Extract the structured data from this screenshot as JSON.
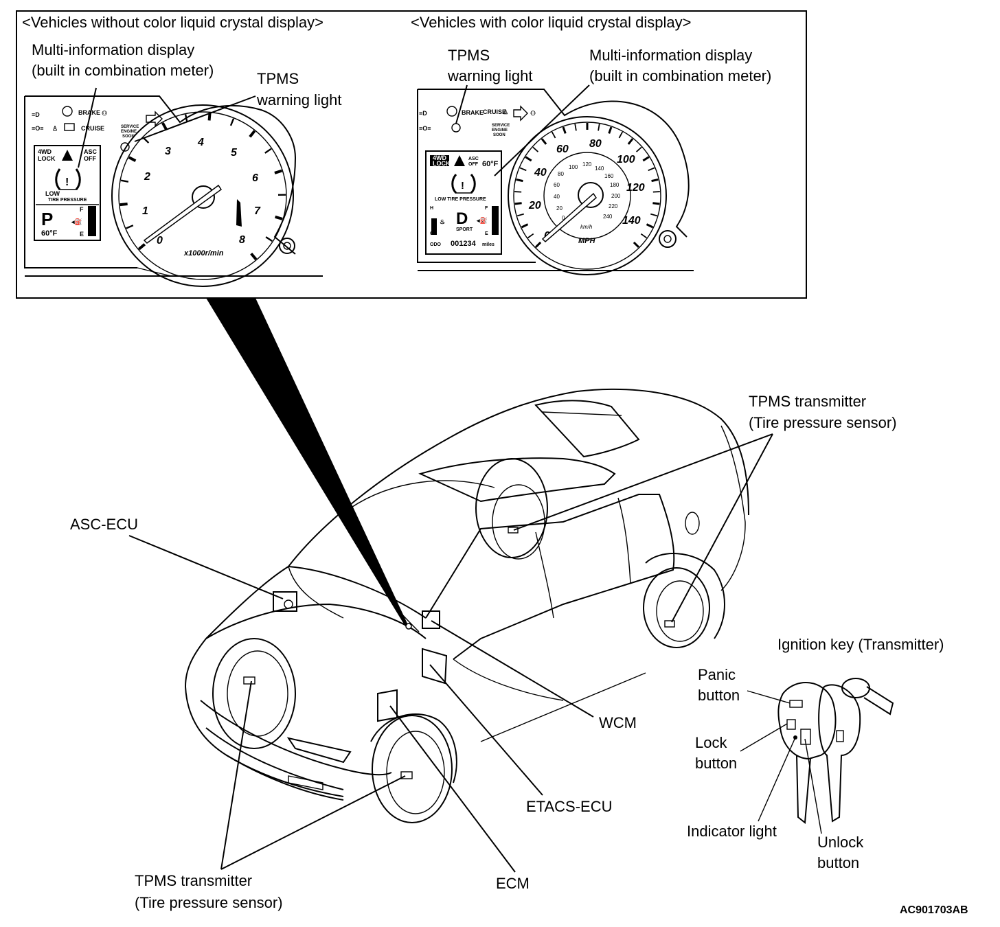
{
  "inset": {
    "left_heading": "<Vehicles without color liquid crystal display>",
    "right_heading": "<Vehicles with color liquid crystal display>",
    "left_mid_label_line1": "Multi-information display",
    "left_mid_label_line2": "(built in combination meter)",
    "left_tpms_line1": "TPMS",
    "left_tpms_line2": "warning light",
    "right_tpms_line1": "TPMS",
    "right_tpms_line2": "warning light",
    "right_mid_label_line1": "Multi-information display",
    "right_mid_label_line2": "(built in combination meter)"
  },
  "left_cluster": {
    "lcd_4wd": "4WD",
    "lcd_lock": "LOCK",
    "lcd_asc": "ASC",
    "lcd_off": "OFF",
    "lcd_low": "LOW",
    "lcd_tire_pressure": "TIRE PRESSURE",
    "lcd_gear": "P",
    "lcd_temp": "60°F",
    "lcd_f": "F",
    "lcd_e": "E",
    "tach_numbers": [
      "0",
      "1",
      "2",
      "3",
      "4",
      "5",
      "6",
      "7",
      "8"
    ],
    "tach_unit": "x1000r/min",
    "indicator_brake": "BRAKE",
    "indicator_cruise": "CRUISE",
    "service_line1": "SERVICE",
    "service_line2": "ENGINE",
    "service_line3": "SOON"
  },
  "right_cluster": {
    "lcd_4wd": "4WD",
    "lcd_lock": "LOCK",
    "lcd_asc": "ASC",
    "lcd_off": "OFF",
    "lcd_temp": "60°F",
    "lcd_low_tire_pressure": "LOW TIRE PRESSURE",
    "lcd_h": "H",
    "lcd_c": "C",
    "lcd_gear": "D",
    "lcd_sport": "SPORT",
    "lcd_f": "F",
    "lcd_e": "E",
    "lcd_odo": "ODO",
    "lcd_odo_value": "001234",
    "lcd_odo_unit": "miles",
    "mph_numbers": [
      "0",
      "20",
      "40",
      "60",
      "80",
      "100",
      "120",
      "140"
    ],
    "kmh_numbers": [
      "0",
      "20",
      "40",
      "60",
      "80",
      "100",
      "120",
      "140",
      "160",
      "180",
      "200",
      "220",
      "240"
    ],
    "unit_kmh": "km/h",
    "unit_mph": "MPH",
    "indicator_brake": "BRAKE",
    "indicator_cruise": "CRUISE",
    "service_line1": "SERVICE",
    "service_line2": "ENGINE",
    "service_line3": "SOON"
  },
  "labels": {
    "tpms_rear_line1": "TPMS transmitter",
    "tpms_rear_line2": "(Tire pressure sensor)",
    "asc_ecu": "ASC-ECU",
    "wcm": "WCM",
    "etacs_ecu": "ETACS-ECU",
    "ecm": "ECM",
    "tpms_front_line1": "TPMS transmitter",
    "tpms_front_line2": "(Tire pressure sensor)",
    "ignition_key": "Ignition key (Transmitter)",
    "panic_line1": "Panic",
    "panic_line2": "button",
    "lock_line1": "Lock",
    "lock_line2": "button",
    "indicator_light": "Indicator light",
    "unlock_line1": "Unlock",
    "unlock_line2": "button"
  },
  "figure_code": "AC901703AB"
}
